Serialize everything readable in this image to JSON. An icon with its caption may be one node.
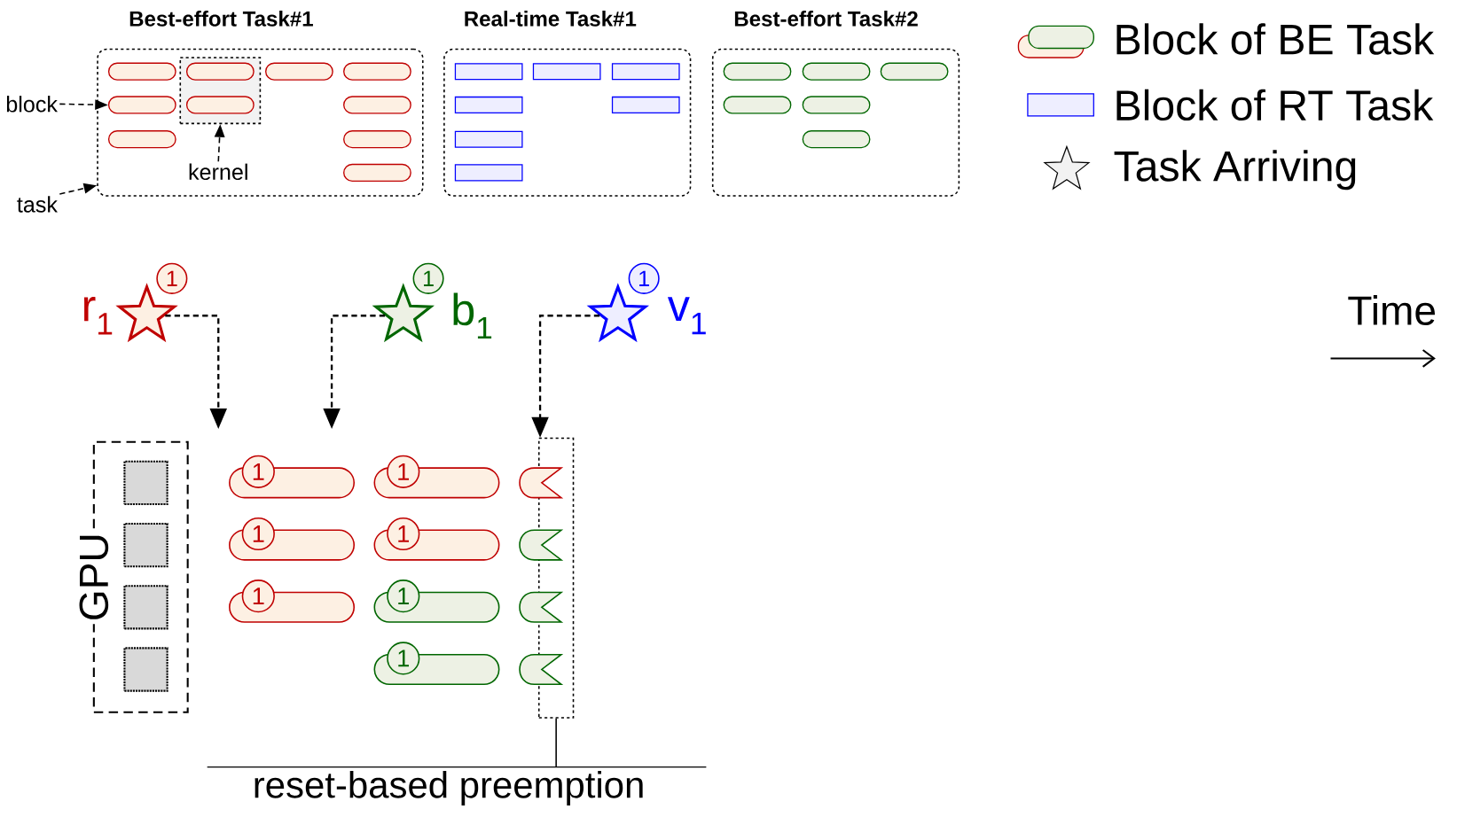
{
  "diagram": {
    "nodes": [
      {
        "text": [
          "Best-effort Task#1"
        ]
      },
      {
        "text": [],
        "shape": "box",
        "in": 0
      },
      {
        "text": [],
        "shape": "bar",
        "in": 0
      },
      {
        "text": [],
        "shape": "bar",
        "in": 1
      },
      {
        "text": [],
        "shape": "bar",
        "in": 0
      },
      {
        "text": [],
        "shape": "bar",
        "in": 0
      },
      {
        "text": [],
        "shape": "bar",
        "in": 0
      },
      {
        "text": [],
        "shape": "bar",
        "in": 1
      },
      {
        "text": [],
        "shape": "bar",
        "in": 0
      },
      {
        "text": [],
        "shape": "bar",
        "in": 0
      },
      {
        "text": [],
        "shape": "bar",
        "in": 0
      },
      {
        "text": [],
        "shape": "bar",
        "in": 0
      },
      {
        "text": [
          "Real-time Task#1"
        ]
      },
      {
        "text": [],
        "shape": "box",
        "in": 12
      },
      {
        "text": [],
        "shape": "box",
        "in": 12
      },
      {
        "text": [],
        "shape": "box",
        "in": 12
      },
      {
        "text": [],
        "shape": "box",
        "in": 12
      },
      {
        "text": [],
        "shape": "box",
        "in": 12
      },
      {
        "text": [],
        "shape": "box",
        "in": 12
      },
      {
        "text": [],
        "shape": "box",
        "in": 12
      },
      {
        "text": [
          "Best-effort Task#2"
        ]
      },
      {
        "text": [],
        "shape": "bar",
        "in": 20
      },
      {
        "text": [],
        "shape": "bar",
        "in": 20
      },
      {
        "text": [],
        "shape": "bar",
        "in": 20
      },
      {
        "text": [],
        "shape": "bar",
        "in": 20
      },
      {
        "text": [],
        "shape": "bar",
        "in": 20
      },
      {
        "text": [],
        "shape": "bar",
        "in": 20
      },
      {
        "text": [
          "block"
        ]
      },
      {
        "text": [
          "kernel"
        ],
        "in": 0
      },
      {
        "text": [
          "task"
        ]
      },
      {
        "text": [],
        "shape": "star",
        "beside": [
          "1",
          "r$_{1}$"
        ]
      },
      {
        "text": [],
        "shape": "star",
        "beside": [
          "1",
          "b$_{1}$"
        ]
      },
      {
        "text": [],
        "shape": "star",
        "beside": [
          "1",
          "v$_{1}$"
        ]
      },
      {
        "text": [
          "GPU"
        ]
      },
      {
        "text": [],
        "shape": "box",
        "in": 33
      },
      {
        "text": [],
        "shape": "box",
        "in": 33
      },
      {
        "text": [],
        "shape": "box",
        "in": 33
      },
      {
        "text": [],
        "shape": "box",
        "in": 33
      },
      {
        "text": [
          "1"
        ]
      },
      {
        "text": [
          "1"
        ]
      },
      {
        "text": [
          "1"
        ]
      },
      {
        "text": [
          "1"
        ]
      },
      {
        "text": [
          "1"
        ]
      },
      {
        "text": [
          "1"
        ]
      },
      {
        "text": [
          "1"
        ]
      },
      {
        "text": [],
        "shape": "box"
      },
      {
        "text": [],
        "shape": "bar"
      },
      {
        "text": [],
        "shape": "bar"
      },
      {
        "text": [],
        "shape": "bar"
      },
      {
        "text": [],
        "shape": "bar"
      },
      {
        "text": [
          "reset-based preemption"
        ]
      }
    ],
    "edges": [
      {
        "from": 27,
        "to": 6,
        "arrow": "to",
        "style": "dashed"
      },
      {
        "from": 28,
        "to": 1,
        "arrow": "to",
        "style": "dashed"
      },
      {
        "from": 29,
        "to": 0,
        "arrow": "to",
        "style": "dashed"
      },
      {
        "from": 30,
        "to": null,
        "arrow": "to",
        "style": "dashed"
      },
      {
        "from": 31,
        "to": null,
        "arrow": "to",
        "style": "dashed"
      },
      {
        "from": 32,
        "to": 45,
        "arrow": "to",
        "style": "dashed"
      },
      {
        "from": 50,
        "to": 45,
        "arrow": "none"
      }
    ],
    "labels": [
      "Time"
    ],
    "legend": [
      {
        "text": "Block of BE Task"
      },
      {
        "text": "Block of RT Task"
      },
      {
        "text": "Task Arriving"
      }
    ]
  }
}
